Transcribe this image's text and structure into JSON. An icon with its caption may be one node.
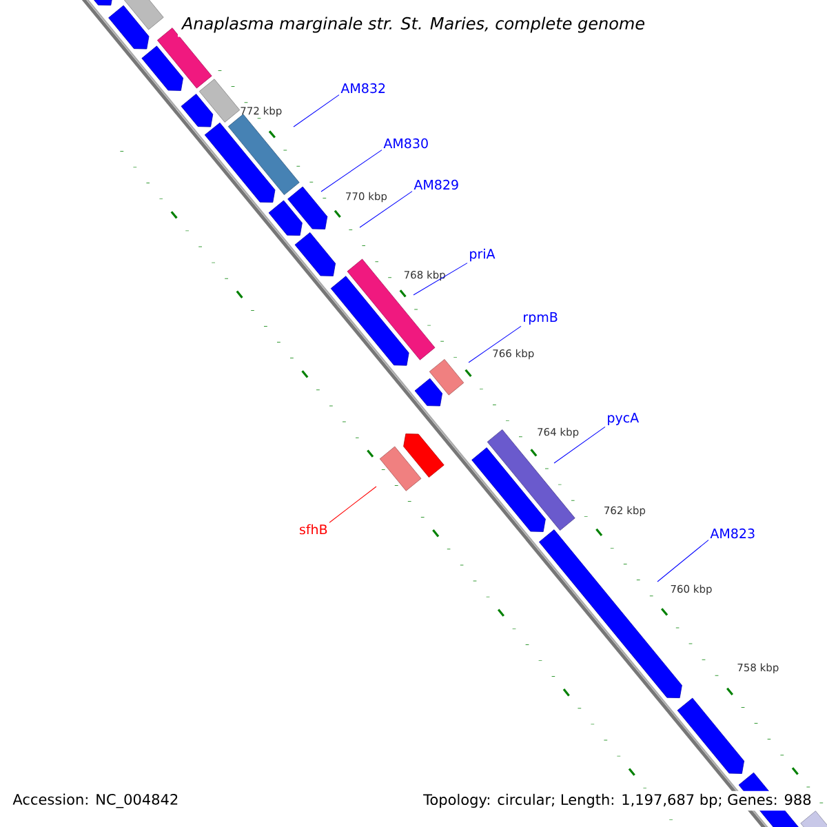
{
  "diagram": {
    "title": "Anaplasma marginale str. St. Maries, complete genome",
    "nodes": [
      {
        "text": [
          "AM832"
        ]
      },
      {
        "text": [
          "AM830"
        ]
      },
      {
        "text": [
          "AM829"
        ]
      },
      {
        "text": [
          "priA"
        ]
      },
      {
        "text": [
          "rpmB"
        ]
      },
      {
        "text": [
          "pycA"
        ]
      },
      {
        "text": [
          "sfhB"
        ]
      },
      {
        "text": [
          "AM823"
        ]
      }
    ],
    "edges": [
      {
        "from": 0,
        "to": null,
        "arrow": "none"
      },
      {
        "from": 1,
        "to": null,
        "arrow": "none"
      },
      {
        "from": 2,
        "to": null,
        "arrow": "none"
      },
      {
        "from": 3,
        "to": null,
        "arrow": "none"
      },
      {
        "from": 4,
        "to": null,
        "arrow": "none"
      },
      {
        "from": 5,
        "to": null,
        "arrow": "none"
      },
      {
        "from": 6,
        "to": null,
        "arrow": "none",
        "color": "#ff0000"
      },
      {
        "from": 7,
        "to": null,
        "arrow": "none"
      }
    ],
    "labels": [
      "772 kbp",
      "770 kbp",
      "768 kbp",
      "766 kbp",
      "764 kbp",
      "762 kbp",
      "760 kbp",
      "758 kbp",
      "Accession: NC_004842",
      "Topology: circular; Length: 1,197,687 bp; Genes: 988"
    ]
  }
}
